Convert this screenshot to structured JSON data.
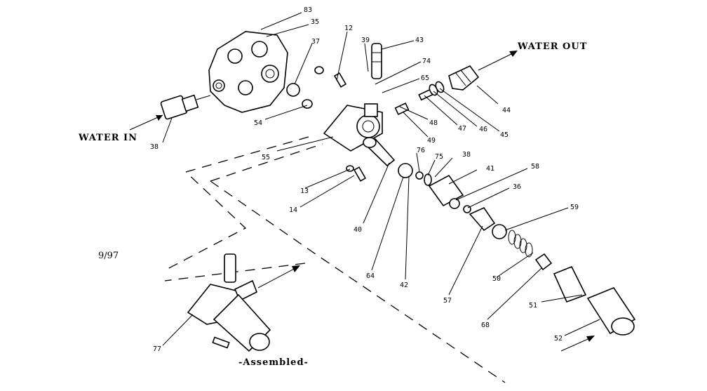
{
  "labels": {
    "water_out": "WATER OUT",
    "water_in": "WATER IN",
    "date": "9/97",
    "assembled": "-Assembled-"
  },
  "callouts": {
    "c83": "83",
    "c35": "35",
    "c12": "12",
    "c39": "39",
    "c43": "43",
    "c74": "74",
    "c65": "65",
    "c37": "37",
    "c54": "54",
    "c38a": "38",
    "c55": "55",
    "c48a": "48",
    "c49": "49",
    "c47": "47",
    "c46": "46",
    "c45": "45",
    "c44": "44",
    "c13": "13",
    "c14": "14",
    "c76": "76",
    "c75": "75",
    "c38b": "38",
    "c41": "41",
    "c58": "58",
    "c36": "36",
    "c40": "40",
    "c64": "64",
    "c42": "42",
    "c57": "57",
    "c59": "59",
    "c50": "50",
    "c68": "68",
    "c51": "51",
    "c52": "52",
    "c77": "77"
  }
}
